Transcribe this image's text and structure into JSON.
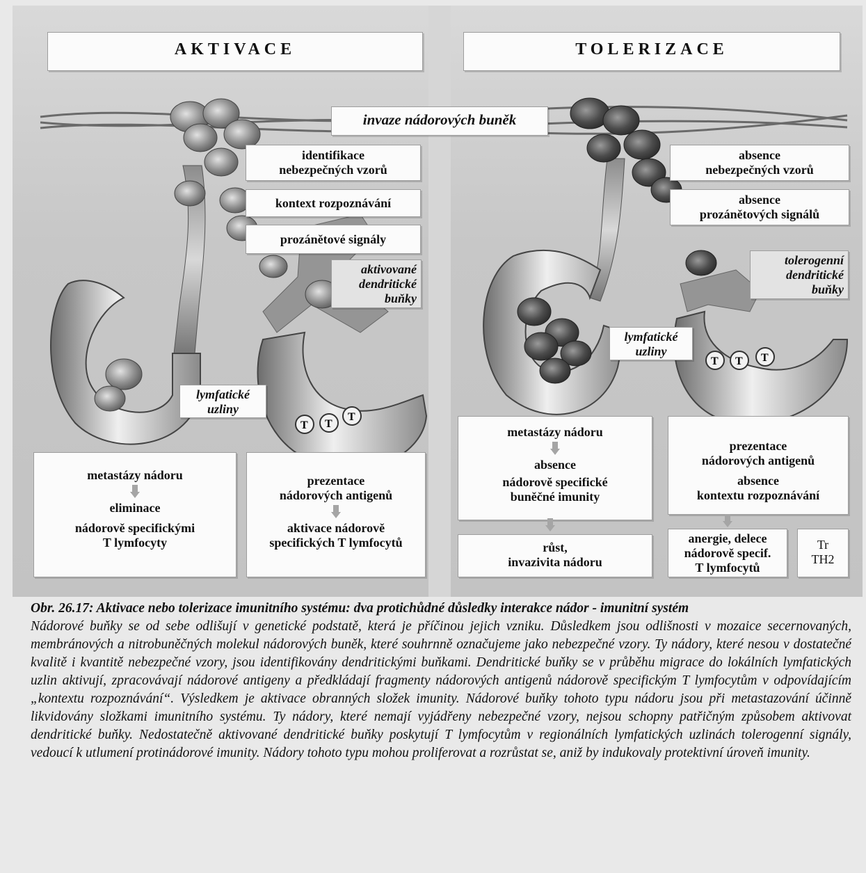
{
  "figure": {
    "left": {
      "title": "AKTIVACE",
      "boxes": {
        "identify": [
          "identifikace",
          "nebezpečných vzorů"
        ],
        "context": "kontext rozpoznávání",
        "proinflam": "prozánětové signály",
        "dc_label": [
          "aktivované",
          "dendritické",
          "buňky"
        ],
        "lymph": [
          "lymfatické",
          "uzliny"
        ],
        "outcome1": {
          "l1": "metastázy nádoru",
          "l2": "eliminace",
          "l3": "nádorově specifickými",
          "l4": "T lymfocyty"
        },
        "outcome2": {
          "l1": "prezentace",
          "l2": "nádorových antigenů",
          "l3": "aktivace nádorově",
          "l4": "specifických T lymfocytů"
        }
      }
    },
    "invasion": "invaze nádorových buněk",
    "right": {
      "title": "TOLERIZACE",
      "boxes": {
        "absence1": [
          "absence",
          "nebezpečných vzorů"
        ],
        "absence2": [
          "absence",
          "prozánětových signálů"
        ],
        "dc_label": [
          "tolerogenní",
          "dendritické",
          "buňky"
        ],
        "lymph": [
          "lymfatické",
          "uzliny"
        ],
        "outcome1": {
          "l1": "metastázy nádoru",
          "l2": "absence",
          "l3": "nádorově specifické",
          "l4": "buněčné imunity"
        },
        "growth": [
          "růst,",
          "invazivita nádoru"
        ],
        "outcome2": {
          "l1": "prezentace",
          "l2": "nádorových antigenů",
          "l3": "absence",
          "l4": "kontextu rozpoznávání"
        },
        "anergy": [
          "anergie, delece",
          "nádorově specif.",
          "T lymfocytů"
        ],
        "tr": [
          "Tr",
          "TH2"
        ]
      }
    },
    "t_label": "T"
  },
  "caption": {
    "title": "Obr. 26.17: Aktivace nebo tolerizace imunitního systému: dva protichůdné důsledky interakce nádor - imunitní systém",
    "body": "Nádorové buňky se od sebe odlišují v genetické podstatě, která je příčinou jejich vzniku. Důsledkem jsou odlišnosti v mozaice secernovaných, membránových a nitrobuněčných molekul nádorových buněk, které souhrnně označujeme jako nebezpečné vzory. Ty nádory, které nesou v dostatečné kvalitě i kvantitě nebezpečné vzory, jsou identifikovány dendritickými buňkami. Dendritické buňky se v průběhu migrace do lokálních lymfatických uzlin aktivují, zpracovávají nádorové antigeny a předkládají fragmenty nádorových antigenů nádorově specifickým T lymfocytům v odpovídajícím „kontextu rozpoznávání“. Výsledkem je aktivace obranných složek imunity. Nádorové buňky tohoto typu nádoru jsou při metastazování účinně likvidovány složkami imunitního systému. Ty nádory, které nemají vyjádřeny nebezpečné vzory, nejsou schopny patřičným způsobem aktivovat dendritické buňky. Nedostatečně aktivované dendritické buňky poskytují T lymfocytům v regionálních lymfatických uzlinách tolerogenní signály, vedoucí k utlumení protinádorové imunity. Nádory tohoto typu mohou proliferovat a rozrůstat se, aniž by indukovaly protektivní úroveň imunity."
  },
  "colors": {
    "background": "#e9e9e9",
    "box": "#fbfbfb",
    "cell_light": "#9a9a9a",
    "cell_dark": "#4a4a4a"
  }
}
